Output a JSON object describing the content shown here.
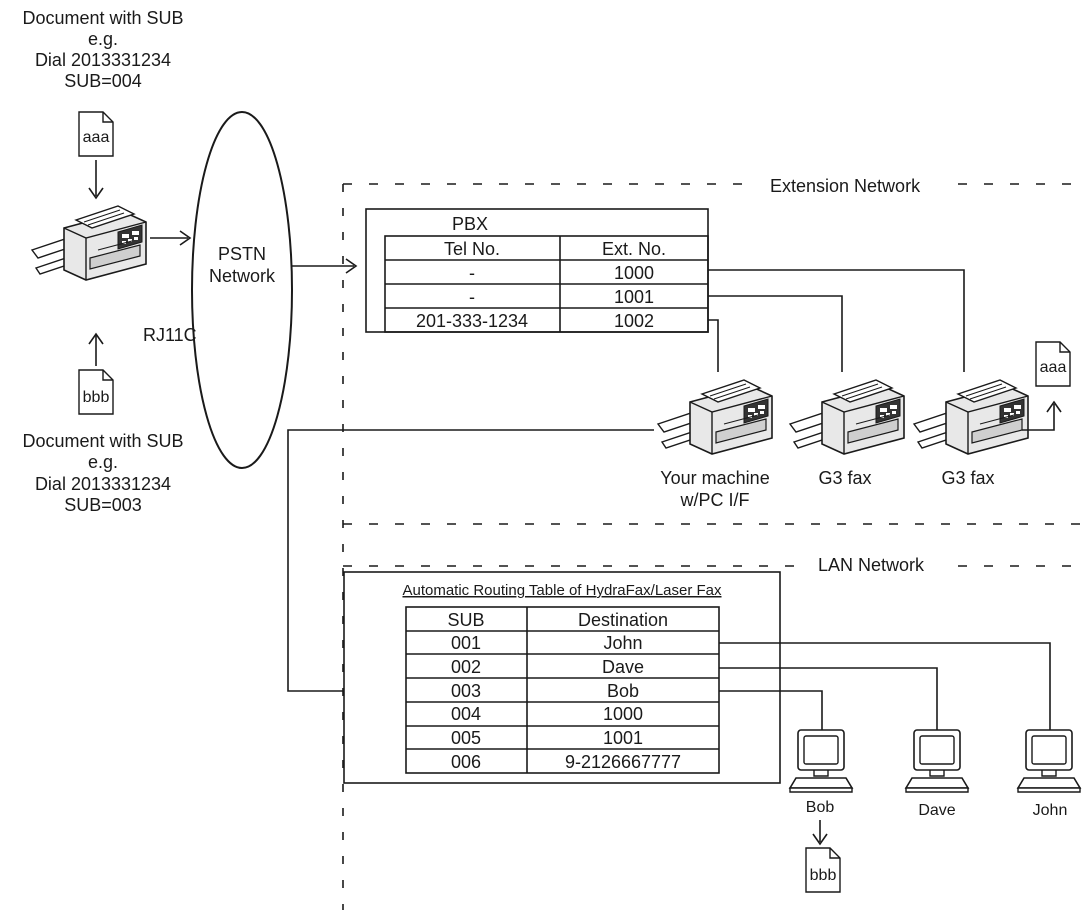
{
  "sender_top": {
    "line1": "Document with SUB",
    "line2": "e.g.",
    "line3": "Dial 2013331234",
    "line4": "SUB=004",
    "doc_label": "aaa"
  },
  "sender_bottom": {
    "line1": "Document with SUB",
    "line2": "e.g.",
    "line3": "Dial 2013331234",
    "line4": "SUB=003",
    "doc_label": "bbb"
  },
  "pstn": {
    "line1": "PSTN",
    "line2": "Network",
    "port_label": "RJ11C"
  },
  "extension_network": {
    "label": "Extension Network"
  },
  "pbx": {
    "title": "PBX",
    "headers": [
      "Tel No.",
      "Ext. No."
    ],
    "rows": [
      [
        "-",
        "1000"
      ],
      [
        "-",
        "1001"
      ],
      [
        "201-333-1234",
        "1002"
      ]
    ]
  },
  "machines": [
    {
      "label_line1": "Your machine",
      "label_line2": "w/PC I/F"
    },
    {
      "label_line1": "G3 fax",
      "label_line2": ""
    },
    {
      "label_line1": "G3 fax",
      "label_line2": ""
    }
  ],
  "fax_output_doc": {
    "label": "aaa"
  },
  "lan_network": {
    "label": "LAN Network"
  },
  "routing": {
    "title": "Automatic Routing Table of HydraFax/Laser Fax",
    "headers": [
      "SUB",
      "Destination"
    ],
    "rows": [
      [
        "001",
        "John"
      ],
      [
        "002",
        "Dave"
      ],
      [
        "003",
        "Bob"
      ],
      [
        "004",
        "1000"
      ],
      [
        "005",
        "1001"
      ],
      [
        "006",
        "9-2126667777"
      ]
    ]
  },
  "computers": [
    {
      "label": "Bob"
    },
    {
      "label": "Dave"
    },
    {
      "label": "John"
    }
  ],
  "bob_doc": {
    "label": "bbb"
  }
}
